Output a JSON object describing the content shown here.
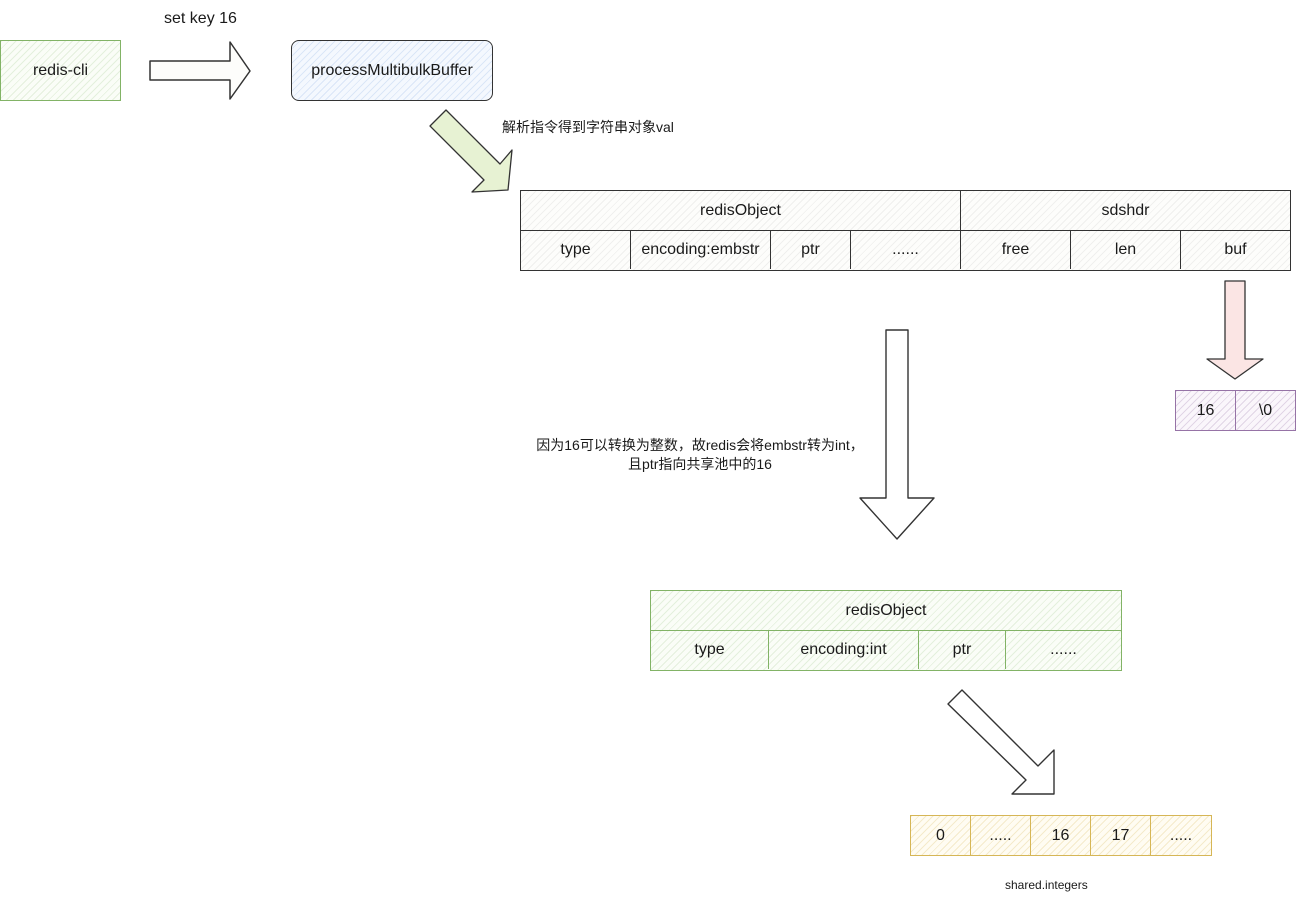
{
  "client": {
    "label": "redis-cli"
  },
  "command": {
    "label": "set key 16"
  },
  "parser": {
    "label": "processMultibulkBuffer"
  },
  "parse_note": {
    "text": "解析指令得到字符串对象val"
  },
  "embstr_object": {
    "header": "redisObject",
    "fields": [
      "type",
      "encoding:embstr",
      "ptr",
      "......"
    ]
  },
  "sdshdr": {
    "header": "sdshdr",
    "fields": [
      "free",
      "len",
      "buf"
    ]
  },
  "buf_contents": [
    "16",
    "\\0"
  ],
  "convert_note": {
    "line1": "因为16可以转换为整数，故redis会将embstr转为int，",
    "line2": "且ptr指向共享池中的16"
  },
  "int_object": {
    "header": "redisObject",
    "fields": [
      "type",
      "encoding:int",
      "ptr",
      "......"
    ]
  },
  "shared_integers": {
    "cells": [
      "0",
      ".....",
      "16",
      "17",
      "....."
    ],
    "caption": "shared.integers"
  },
  "colors": {
    "green": "#82b366",
    "blue_fill": "#dae8fc",
    "purple": "#9673a6",
    "yellow": "#d6b656",
    "pink_fill": "#f8cecc",
    "stroke": "#333333"
  }
}
